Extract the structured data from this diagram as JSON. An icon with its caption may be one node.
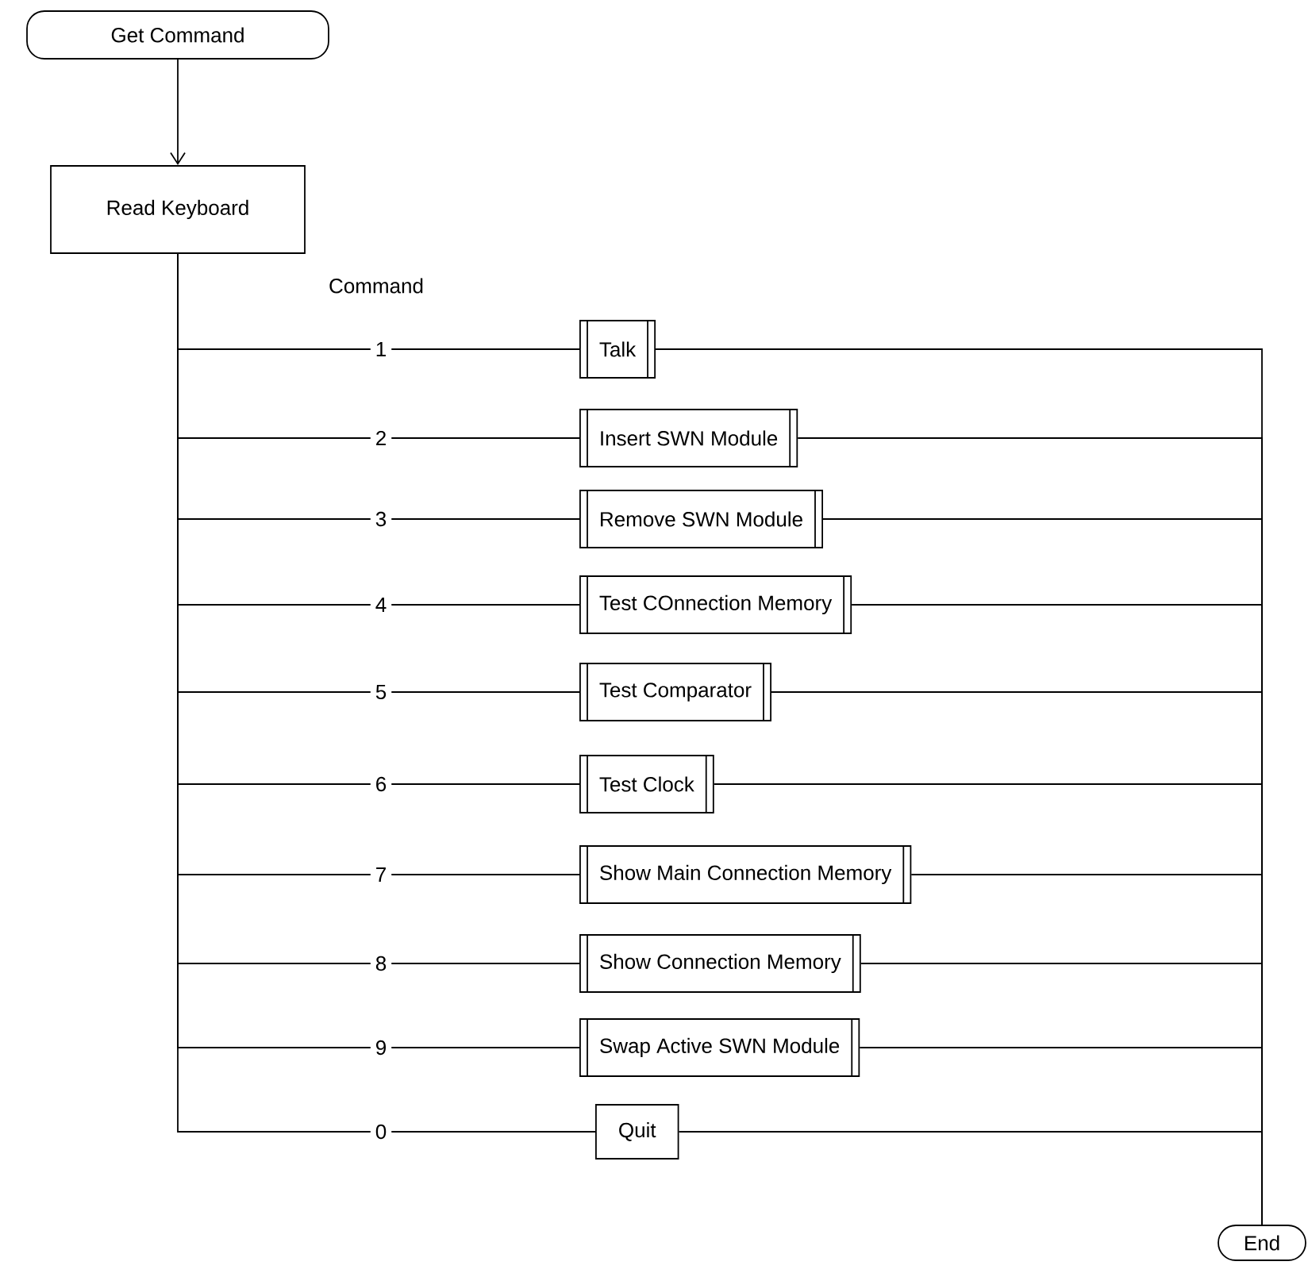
{
  "diagram": {
    "nodes": [
      {
        "text": [
          "Get Command"
        ]
      },
      {
        "text": [
          "Read Keyboard"
        ]
      },
      {
        "text": [
          "Talk"
        ]
      },
      {
        "text": [
          "Insert SWN Module"
        ]
      },
      {
        "text": [
          "Remove SWN Module"
        ]
      },
      {
        "text": [
          "Test COnnection Memory"
        ]
      },
      {
        "text": [
          "Test Comparator"
        ]
      },
      {
        "text": [
          "Test Clock"
        ]
      },
      {
        "text": [
          "Show Main Connection Memory"
        ]
      },
      {
        "text": [
          "Show Connection Memory"
        ]
      },
      {
        "text": [
          "Swap Active SWN Module"
        ]
      },
      {
        "text": [
          "Quit"
        ]
      },
      {
        "text": [
          "End"
        ]
      }
    ],
    "edges": [
      {
        "from": 0,
        "to": 1,
        "arrow": "to"
      },
      {
        "from": 1,
        "to": 2,
        "arrow": "none",
        "label": "1"
      },
      {
        "from": 1,
        "to": 3,
        "arrow": "none",
        "label": "2"
      },
      {
        "from": 1,
        "to": 4,
        "arrow": "none",
        "label": "3"
      },
      {
        "from": 1,
        "to": 5,
        "arrow": "none",
        "label": "4"
      },
      {
        "from": 1,
        "to": 6,
        "arrow": "none",
        "label": "5"
      },
      {
        "from": 1,
        "to": 7,
        "arrow": "none",
        "label": "6"
      },
      {
        "from": 1,
        "to": 8,
        "arrow": "none",
        "label": "7"
      },
      {
        "from": 1,
        "to": 9,
        "arrow": "none",
        "label": "8"
      },
      {
        "from": 1,
        "to": 10,
        "arrow": "none",
        "label": "9"
      },
      {
        "from": 1,
        "to": 11,
        "arrow": "none",
        "label": "0"
      },
      {
        "from": 2,
        "to": 12,
        "arrow": "none"
      },
      {
        "from": 3,
        "to": 12,
        "arrow": "none"
      },
      {
        "from": 4,
        "to": 12,
        "arrow": "none"
      },
      {
        "from": 5,
        "to": 12,
        "arrow": "none"
      },
      {
        "from": 6,
        "to": 12,
        "arrow": "none"
      },
      {
        "from": 7,
        "to": 12,
        "arrow": "none"
      },
      {
        "from": 8,
        "to": 12,
        "arrow": "none"
      },
      {
        "from": 9,
        "to": 12,
        "arrow": "none"
      },
      {
        "from": 10,
        "to": 12,
        "arrow": "none"
      },
      {
        "from": 11,
        "to": 12,
        "arrow": "none"
      }
    ],
    "labels": [
      "Command"
    ]
  }
}
